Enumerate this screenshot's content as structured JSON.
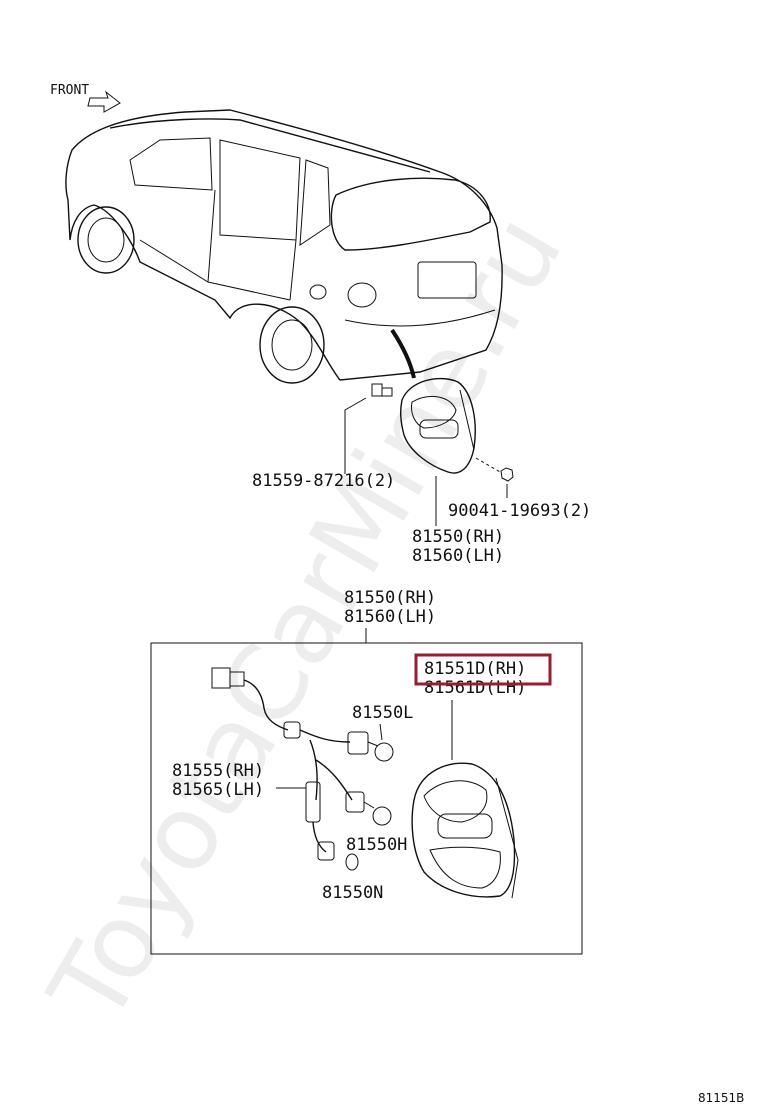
{
  "labels": {
    "front": "FRONT",
    "clip": "81559-87216(2)",
    "nut": "90041-19693(2)",
    "lamp_upper_rh": "81550(RH)",
    "lamp_upper_lh": "81560(LH)",
    "box_title_rh": "81550(RH)",
    "box_title_lh": "81560(LH)",
    "lens_rh": "81551D(RH)",
    "lens_lh": "81561D(LH)",
    "bulb_l": "81550L",
    "socket_rh": "81555(RH)",
    "socket_lh": "81565(LH)",
    "bulb_h": "81550H",
    "bulb_n": "81550N"
  },
  "watermark": "ToyotaCarMine.ru",
  "diagram_ref": "81151Β",
  "highlight_color": "#9b1b30"
}
